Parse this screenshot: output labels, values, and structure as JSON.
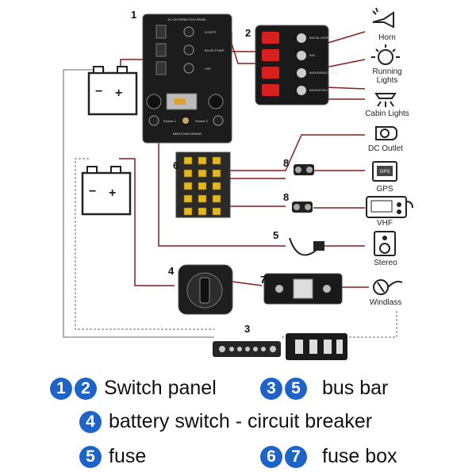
{
  "numbers": {
    "n1": "1",
    "n2": "2",
    "n3": "3",
    "n4": "4",
    "n5": "5",
    "n6": "6",
    "n7": "7",
    "n8a": "8",
    "n8b": "8"
  },
  "switch_panel_1": {
    "header": "DC DISTRIBUTION PANEL",
    "labels": [
      "LIGHTS",
      "BILGE PUMP",
      "VHF"
    ],
    "bottom_labels": [
      "Rocker 1",
      "Rocker 2"
    ],
    "brand": "NEWTOWN BRAND"
  },
  "switch_panel_2": {
    "labels": [
      "DIGITAL INSTRUMENTS",
      "FAN",
      "ANCHORAGE LIGHTS",
      "NAVIGATION LIGHTS"
    ]
  },
  "devices": {
    "horn": "Horn",
    "running_lights_1": "Running",
    "running_lights_2": "Lights",
    "cabin_lights": "Cabin Lights",
    "dc_outlet": "DC Outlet",
    "gps_label": "GPS",
    "gps_screen": "GPS",
    "vhf": "VHF",
    "stereo": "Stereo",
    "windlass": "Windlass"
  },
  "legend": {
    "row1_text": "Switch panel",
    "row1_nums": [
      "1",
      "2"
    ],
    "row1b_text": "bus bar",
    "row1b_nums": [
      "3",
      "5"
    ],
    "row2_text": "battery switch - circuit breaker",
    "row2_nums": [
      "4"
    ],
    "row3_text": "fuse",
    "row3_nums": [
      "5"
    ],
    "row3b_text": "fuse box",
    "row3b_nums": [
      "6",
      "7"
    ]
  },
  "colors": {
    "wire": "#8b1a1a",
    "ground": "#9a9a9a",
    "panel": "#1c1c1c",
    "rocker_red": "#d92020",
    "legend_circle": "#1e64c8"
  }
}
